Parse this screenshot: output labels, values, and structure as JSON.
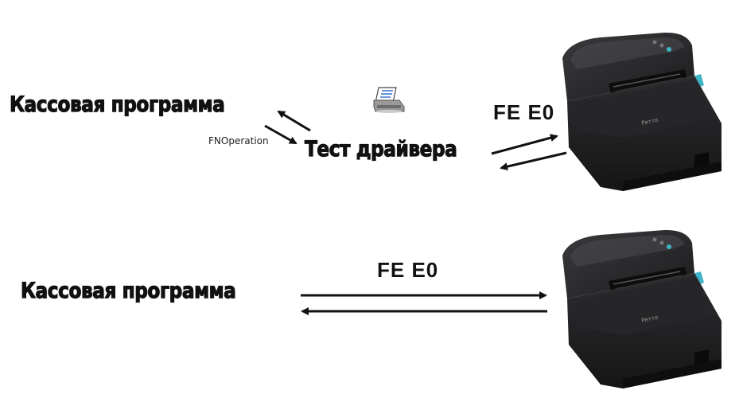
{
  "top_scene": {
    "cash_program_label": "Кассовая программа",
    "driver_test_label": "Тест драйвера",
    "fn_operation_label": "FNOperation",
    "protocol_label": "FE E0",
    "printer_icon": "printer-icon"
  },
  "bottom_scene": {
    "cash_program_label": "Кассовая программа",
    "protocol_label": "FE E0"
  },
  "device_icon": "fiscal-printer-icon",
  "colors": {
    "text": "#111111",
    "arrow": "#111111",
    "printer_body": "#2b2b2d",
    "printer_accent": "#3fb5c9"
  }
}
